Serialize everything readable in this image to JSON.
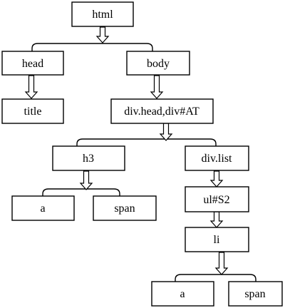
{
  "diagram": {
    "nodes": {
      "html": "html",
      "head": "head",
      "body": "body",
      "title": "title",
      "div_head": "div.head,div#AT",
      "h3": "h3",
      "div_list": "div.list",
      "a1": "a",
      "span1": "span",
      "ul": "ul#S2",
      "li": "li",
      "a2": "a",
      "span2": "span"
    }
  }
}
